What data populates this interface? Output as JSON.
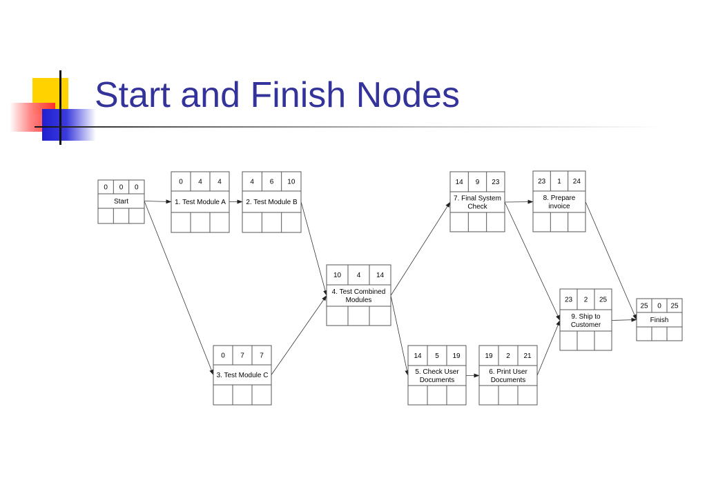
{
  "slide": {
    "title": "Start and Finish Nodes"
  },
  "nodes": [
    {
      "id": "start",
      "label": [
        "Start"
      ],
      "values": [
        "0",
        "0",
        "0"
      ]
    },
    {
      "id": "n1",
      "label": [
        "1. Test Module A"
      ],
      "values": [
        "0",
        "4",
        "4"
      ]
    },
    {
      "id": "n2",
      "label": [
        "2. Test Module B"
      ],
      "values": [
        "4",
        "6",
        "10"
      ]
    },
    {
      "id": "n3",
      "label": [
        "3. Test Module C"
      ],
      "values": [
        "0",
        "7",
        "7"
      ]
    },
    {
      "id": "n4",
      "label": [
        "4. Test Combined",
        "Modules"
      ],
      "values": [
        "10",
        "4",
        "14"
      ]
    },
    {
      "id": "n5",
      "label": [
        "5. Check User",
        "Documents"
      ],
      "values": [
        "14",
        "5",
        "19"
      ]
    },
    {
      "id": "n6",
      "label": [
        "6. Print User",
        "Documents"
      ],
      "values": [
        "19",
        "2",
        "21"
      ]
    },
    {
      "id": "n7",
      "label": [
        "7. Final System",
        "Check"
      ],
      "values": [
        "14",
        "9",
        "23"
      ]
    },
    {
      "id": "n8",
      "label": [
        "8. Prepare",
        "invoice"
      ],
      "values": [
        "23",
        "1",
        "24"
      ]
    },
    {
      "id": "n9",
      "label": [
        "9. Ship to",
        "Customer"
      ],
      "values": [
        "23",
        "2",
        "25"
      ]
    },
    {
      "id": "finish",
      "label": [
        "Finish"
      ],
      "values": [
        "25",
        "0",
        "25"
      ]
    }
  ],
  "edges": [
    [
      "start",
      "n1"
    ],
    [
      "start",
      "n3"
    ],
    [
      "n1",
      "n2"
    ],
    [
      "n2",
      "n4"
    ],
    [
      "n3",
      "n4"
    ],
    [
      "n4",
      "n7"
    ],
    [
      "n4",
      "n5"
    ],
    [
      "n5",
      "n6"
    ],
    [
      "n7",
      "n8"
    ],
    [
      "n7",
      "n9"
    ],
    [
      "n6",
      "n9"
    ],
    [
      "n8",
      "finish"
    ],
    [
      "n9",
      "finish"
    ]
  ]
}
